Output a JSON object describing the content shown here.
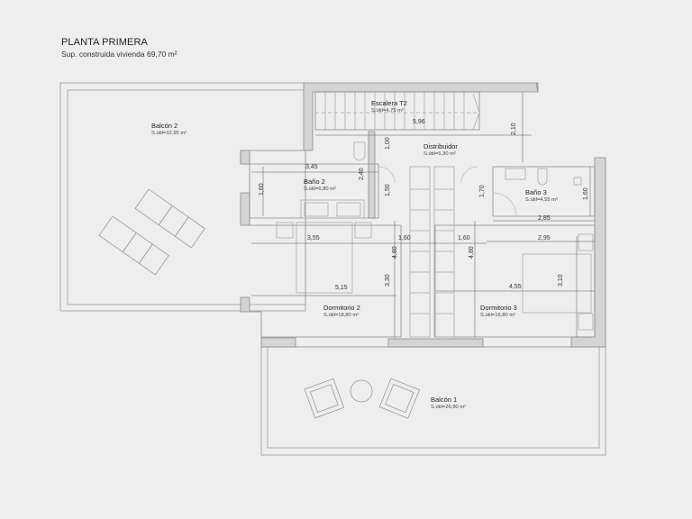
{
  "header": {
    "title": "PLANTA PRIMERA",
    "subtitle": "Sup. construida vivienda 69,70 m²"
  },
  "rooms": [
    {
      "id": "balcon2",
      "name": "Balcón 2",
      "area": "S.útil=32,95 m²"
    },
    {
      "id": "escalera",
      "name": "Escalera T2",
      "area": "S.útil=4,75 m²"
    },
    {
      "id": "distribuidor",
      "name": "Distribuidor",
      "area": "S.útil=5,30 m²"
    },
    {
      "id": "bano2",
      "name": "Baño 2",
      "area": "S.útil=6,80 m²"
    },
    {
      "id": "bano3",
      "name": "Baño 3",
      "area": "S.útil=4,55 m²"
    },
    {
      "id": "dormitorio2",
      "name": "Dormitorio 2",
      "area": "S.útil=18,80 m²"
    },
    {
      "id": "dormitorio3",
      "name": "Dormitorio 3",
      "area": "S.útil=16,80 m²"
    },
    {
      "id": "balcon1",
      "name": "Balcón 1",
      "area": "S.útil=26,80 m²"
    }
  ],
  "dimensions": {
    "escalera_width": "5,96",
    "distribuidor_height": "2,10",
    "distribuidor_left": "1,00",
    "bano2_width": "3,45",
    "bano2_height": "1,60",
    "bano2_door": "2,40",
    "hall_left": "1,50",
    "hall_right": "1,70",
    "bano3_width": "2,85",
    "bano3_height": "1,60",
    "dorm2_top": "3,55",
    "dorm2_width": "5,15",
    "dorm2_depth": "3,30",
    "closet_left_w": "1,60",
    "closet_left_h": "4,80",
    "closet_right_w": "1,60",
    "closet_right_h": "4,80",
    "dorm3_top": "2,95",
    "dorm3_width": "4,55",
    "dorm3_depth": "3,10"
  },
  "colors": {
    "background": "#eeeeee",
    "wall_fill": "#d4d4d4",
    "line": "#8a8a8a"
  }
}
